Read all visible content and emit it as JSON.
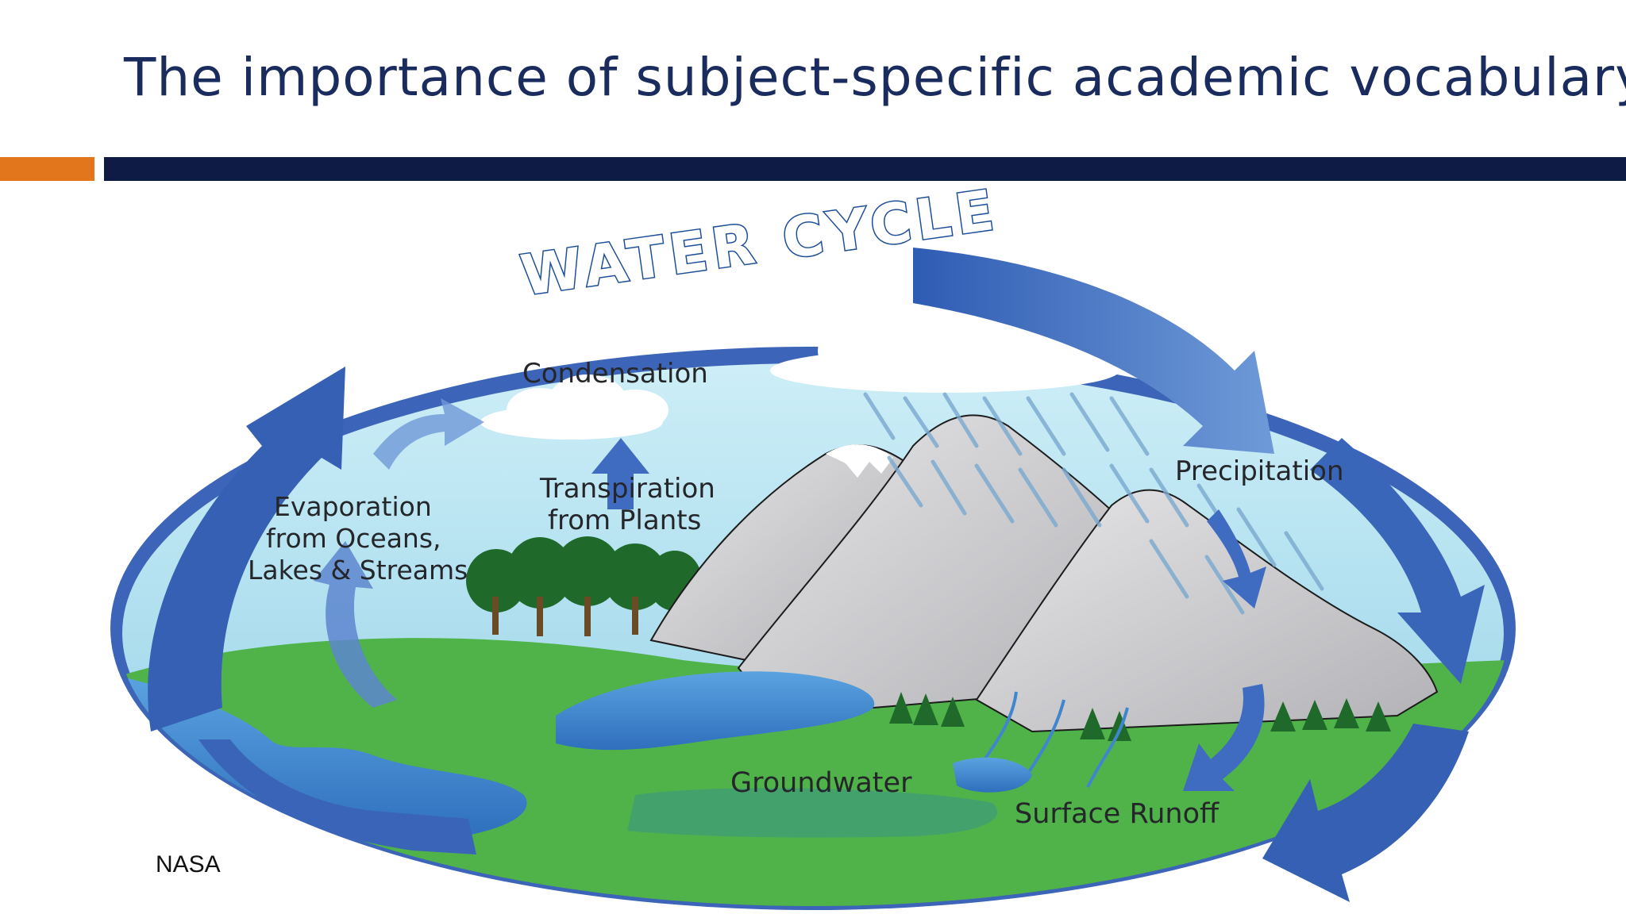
{
  "slide": {
    "title": "The importance of subject-specific academic vocabulary",
    "credit": "NASA"
  },
  "colors": {
    "title_text": "#1a2b5e",
    "accent_bar": "#e1761c",
    "rule_bar": "#0d1b45",
    "sky": "#a9dcee",
    "ground": "#4fb34a",
    "water": "#3f86cf",
    "arrow": "#3a62b5",
    "mountain": "#c9c9cb"
  },
  "diagram": {
    "banner": "WATER CYCLE",
    "labels": {
      "condensation": "Condensation",
      "transpiration_line1": "Transpiration",
      "transpiration_line2": "from Plants",
      "evaporation_line1": "Evaporation",
      "evaporation_line2": "from Oceans,",
      "evaporation_line3": "Lakes & Streams",
      "precipitation": "Precipitation",
      "groundwater": "Groundwater",
      "surface_runoff": "Surface Runoff"
    }
  }
}
